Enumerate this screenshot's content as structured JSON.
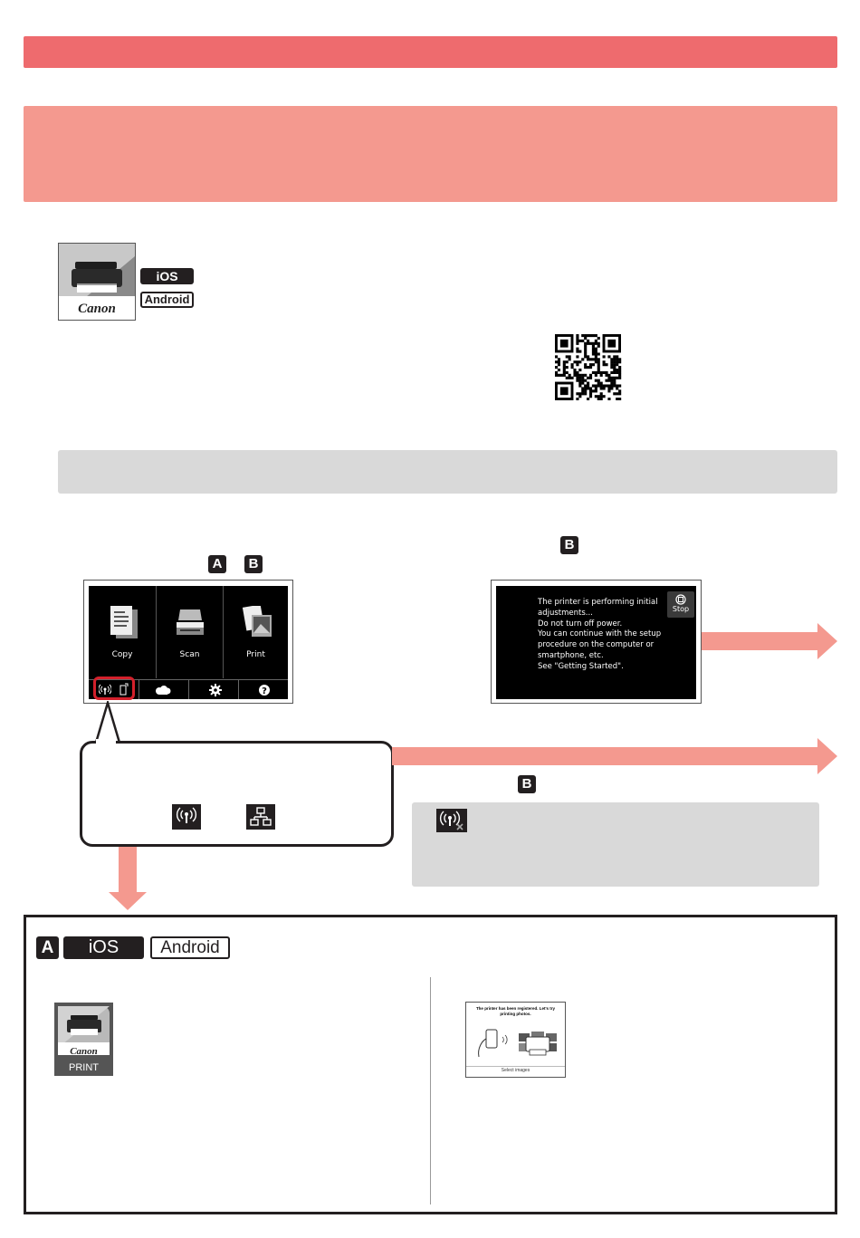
{
  "badges": {
    "a": "A",
    "b": "B"
  },
  "os_labels": {
    "ios": "iOS",
    "android": "Android"
  },
  "app_icon": {
    "brand": "Canon",
    "print_label": "PRINT"
  },
  "home_screen": {
    "copy_label": "Copy",
    "scan_label": "Scan",
    "print_label": "Print",
    "icons": [
      "copy-document-icon",
      "scanner-icon",
      "print-photo-icon",
      "wireless-icon",
      "smartphone-icon",
      "cloud-icon",
      "settings-icon",
      "help-icon"
    ]
  },
  "adjust_screen": {
    "lines": [
      "The printer is performing initial",
      "adjustments...",
      "Do not turn off power.",
      "You can continue with the setup",
      "procedure on the computer or",
      "smartphone, etc.",
      "See \"Getting Started\"."
    ],
    "stop_label": "Stop"
  },
  "registered_screen": {
    "message": "The printer has been registered. Let's try printing photos.",
    "select_label": "Select images"
  },
  "colors": {
    "title_bar": "#ee6b6e",
    "header_band": "#f4998f",
    "gray_box": "#d9d9d9",
    "arrow": "#f4998f",
    "highlight_red": "#d4202b"
  }
}
